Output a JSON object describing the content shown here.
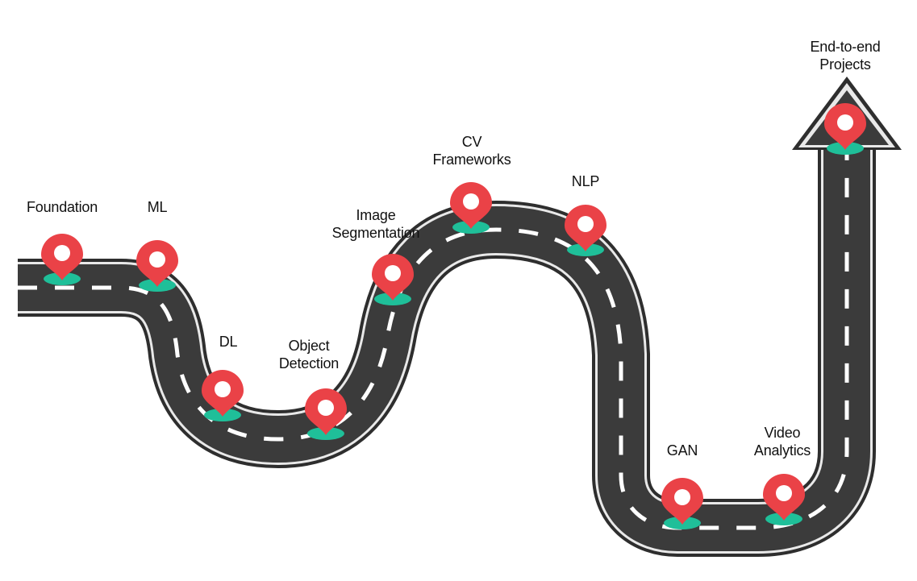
{
  "colors": {
    "road": "#3b3b3b",
    "road_edge": "#e9e9e9",
    "road_outline": "#2e2e2e",
    "dash": "#ffffff",
    "pin": "#ea4247",
    "pin_base": "#1fbf99",
    "text": "#111111"
  },
  "milestones": [
    {
      "id": "foundation",
      "lines": [
        "Foundation"
      ]
    },
    {
      "id": "ml",
      "lines": [
        "ML"
      ]
    },
    {
      "id": "dl",
      "lines": [
        "DL"
      ]
    },
    {
      "id": "object-detection",
      "lines": [
        "Object",
        "Detection"
      ]
    },
    {
      "id": "image-segmentation",
      "lines": [
        "Image",
        "Segmentation"
      ]
    },
    {
      "id": "cv-frameworks",
      "lines": [
        "CV",
        "Frameworks"
      ]
    },
    {
      "id": "nlp",
      "lines": [
        "NLP"
      ]
    },
    {
      "id": "gan",
      "lines": [
        "GAN"
      ]
    },
    {
      "id": "video-analytics",
      "lines": [
        "Video",
        "Analytics"
      ]
    },
    {
      "id": "end-to-end-projects",
      "lines": [
        "End-to-end",
        "Projects"
      ]
    }
  ]
}
